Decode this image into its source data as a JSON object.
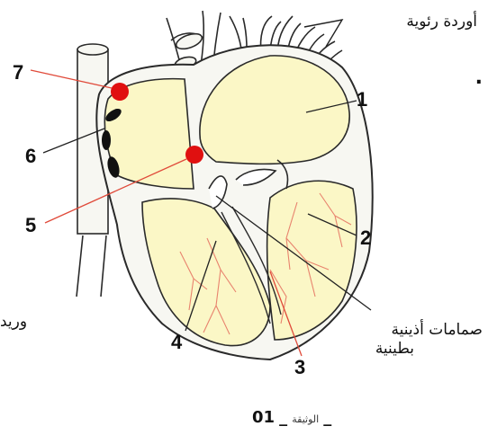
{
  "labels": {
    "pulmonary_veins": "أوردة رئوية",
    "atrioventricular_valves": "صمامات أذينية",
    "atrioventricular_valves_line2": "بطينية",
    "vein": "وريد",
    "dot_mark": "."
  },
  "numbers": [
    "1",
    "2",
    "3",
    "4",
    "5",
    "6",
    "7"
  ],
  "caption": {
    "word": "الوثيقة",
    "dash1": "_",
    "number": "01",
    "dash2": "_"
  },
  "colors": {
    "outline": "#2a2a2a",
    "chamber_fill": "#fbf7c6",
    "vessel_fill": "#f7f7f2",
    "node_red": "#e01010",
    "conduction_lines": "#e8836e",
    "leader_red": "#e04a3a",
    "leader_black": "#222222"
  }
}
